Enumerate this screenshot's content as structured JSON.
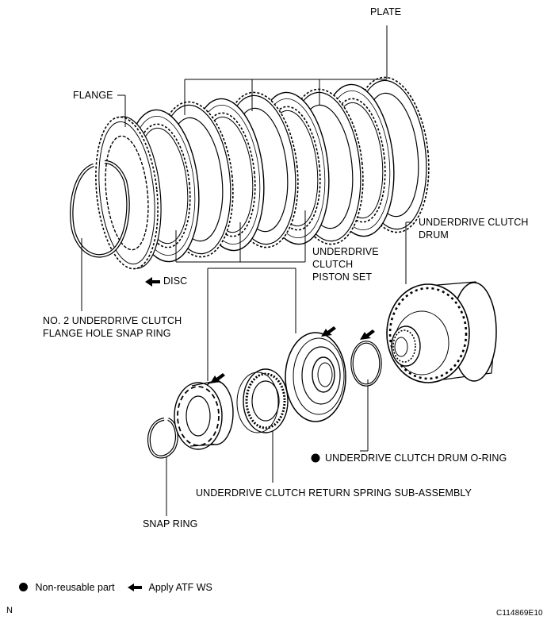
{
  "labels": {
    "plate": "PLATE",
    "flange": "FLANGE",
    "disc": "DISC",
    "snap_ring_line1": "NO. 2 UNDERDRIVE CLUTCH",
    "snap_ring_line2": "FLANGE HOLE SNAP RING",
    "drum_line1": "UNDERDRIVE CLUTCH",
    "drum_line2": "DRUM",
    "piston_line1": "UNDERDRIVE",
    "piston_line2": "CLUTCH",
    "piston_line3": "PISTON SET",
    "oring": "UNDERDRIVE CLUTCH DRUM O-RING",
    "return_spring": "UNDERDRIVE CLUTCH RETURN SPRING SUB-ASSEMBLY",
    "snap": "SNAP RING"
  },
  "legend": {
    "non_reusable": "Non-reusable part",
    "apply_atf": "Apply ATF WS"
  },
  "corner_letter": "N",
  "figure_code": "C114869E10",
  "icons": {
    "non_reusable": "filled-circle",
    "apply": "left-arrow"
  }
}
